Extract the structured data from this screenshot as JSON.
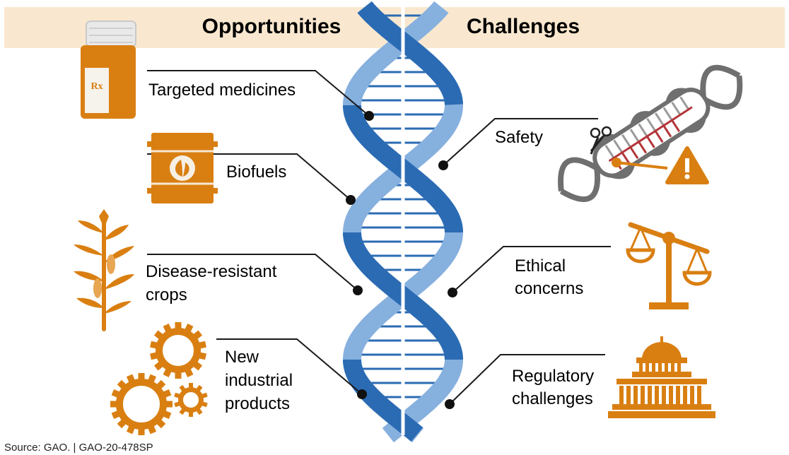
{
  "header": {
    "opportunities_title": "Opportunities",
    "challenges_title": "Challenges"
  },
  "opportunities": [
    {
      "label_lines": [
        "Targeted medicines"
      ],
      "icon": "pill-bottle-icon",
      "icon_text": "Rx"
    },
    {
      "label_lines": [
        "Biofuels"
      ],
      "icon": "fuel-barrel-icon"
    },
    {
      "label_lines": [
        "Disease-resistant",
        "crops"
      ],
      "icon": "corn-plant-icon"
    },
    {
      "label_lines": [
        "New",
        "industrial",
        "products"
      ],
      "icon": "gears-icon"
    }
  ],
  "challenges": [
    {
      "label_lines": [
        "Safety"
      ],
      "icon": "gene-editing-warning-icon"
    },
    {
      "label_lines": [
        "Ethical",
        "concerns"
      ],
      "icon": "balance-scale-icon"
    },
    {
      "label_lines": [
        "Regulatory",
        "challenges"
      ],
      "icon": "capitol-building-icon"
    }
  ],
  "footer": {
    "source": "Source: GAO.  |  GAO-20-478SP"
  },
  "colors": {
    "header_band": "#f9e8cf",
    "helix_dark": "#2b6bb3",
    "helix_light": "#86b0de",
    "icon_orange": "#d97f12",
    "leader_line": "#1a1a1a"
  }
}
